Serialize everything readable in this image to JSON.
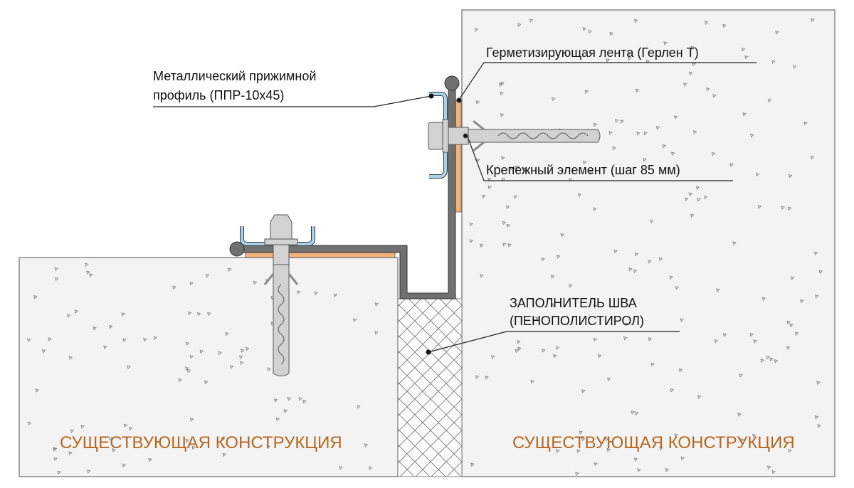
{
  "labels": {
    "profile_line1": "Металлический прижимной",
    "profile_line2": "профиль  (ППР-10х45)",
    "tape": "Герметизирующая лента  (Герлен Т)",
    "fastener": "Крепежный элемент (шаг 85 мм)",
    "filler_line1": "ЗАПОЛНИТЕЛЬ  ШВА",
    "filler_line2": "(ПЕНОПОЛИСТИРОЛ)",
    "left_structure": "СУЩЕСТВУЮЩАЯ КОНСТРУКЦИЯ",
    "right_structure": "СУЩЕСТВУЮЩАЯ КОНСТРУКЦИЯ"
  },
  "colors": {
    "concrete": "#f2f2f2",
    "profile": "#6f6f6f",
    "tape": "#f3b37a",
    "clamp": "#a9d3ea",
    "anchor": "#d2d2d2",
    "label_brown": "#b8661f"
  }
}
